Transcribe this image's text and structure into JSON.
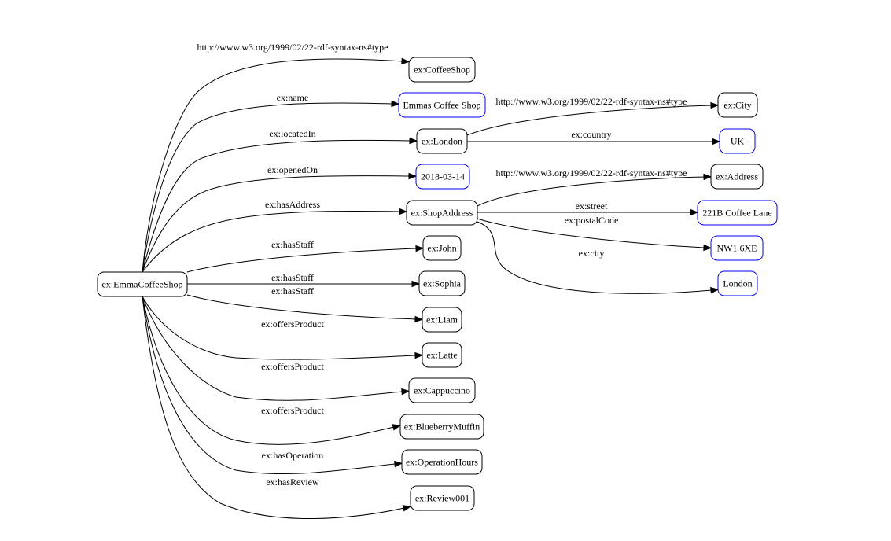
{
  "graph": {
    "nodes": [
      {
        "id": "shop",
        "label": "ex:EmmaCoffeeShop",
        "literal": false
      },
      {
        "id": "coffeeshop",
        "label": "ex:CoffeeShop",
        "literal": false
      },
      {
        "id": "name",
        "label": "Emmas Coffee Shop",
        "literal": true
      },
      {
        "id": "london",
        "label": "ex:London",
        "literal": false
      },
      {
        "id": "opened",
        "label": "2018-03-14",
        "literal": true
      },
      {
        "id": "shopaddress",
        "label": "ex:ShopAddress",
        "literal": false
      },
      {
        "id": "john",
        "label": "ex:John",
        "literal": false
      },
      {
        "id": "sophia",
        "label": "ex:Sophia",
        "literal": false
      },
      {
        "id": "liam",
        "label": "ex:Liam",
        "literal": false
      },
      {
        "id": "latte",
        "label": "ex:Latte",
        "literal": false
      },
      {
        "id": "cappuccino",
        "label": "ex:Cappuccino",
        "literal": false
      },
      {
        "id": "muffin",
        "label": "ex:BlueberryMuffin",
        "literal": false
      },
      {
        "id": "hours",
        "label": "ex:OperationHours",
        "literal": false
      },
      {
        "id": "review",
        "label": "ex:Review001",
        "literal": false
      },
      {
        "id": "city",
        "label": "ex:City",
        "literal": false
      },
      {
        "id": "uk",
        "label": "UK",
        "literal": true
      },
      {
        "id": "address",
        "label": "ex:Address",
        "literal": false
      },
      {
        "id": "street",
        "label": "221B Coffee Lane",
        "literal": true
      },
      {
        "id": "postal",
        "label": "NW1 6XE",
        "literal": true
      },
      {
        "id": "londonlit",
        "label": "London",
        "literal": true
      }
    ],
    "edges": [
      {
        "from": "shop",
        "to": "coffeeshop",
        "label": "http://www.w3.org/1999/02/22-rdf-syntax-ns#type"
      },
      {
        "from": "shop",
        "to": "name",
        "label": "ex:name"
      },
      {
        "from": "shop",
        "to": "london",
        "label": "ex:locatedIn"
      },
      {
        "from": "shop",
        "to": "opened",
        "label": "ex:openedOn"
      },
      {
        "from": "shop",
        "to": "shopaddress",
        "label": "ex:hasAddress"
      },
      {
        "from": "shop",
        "to": "john",
        "label": "ex:hasStaff"
      },
      {
        "from": "shop",
        "to": "sophia",
        "label": "ex:hasStaff"
      },
      {
        "from": "shop",
        "to": "liam",
        "label": "ex:hasStaff"
      },
      {
        "from": "shop",
        "to": "latte",
        "label": "ex:offersProduct"
      },
      {
        "from": "shop",
        "to": "cappuccino",
        "label": "ex:offersProduct"
      },
      {
        "from": "shop",
        "to": "muffin",
        "label": "ex:offersProduct"
      },
      {
        "from": "shop",
        "to": "hours",
        "label": "ex:hasOperation"
      },
      {
        "from": "shop",
        "to": "review",
        "label": "ex:hasReview"
      },
      {
        "from": "london",
        "to": "city",
        "label": "http://www.w3.org/1999/02/22-rdf-syntax-ns#type"
      },
      {
        "from": "london",
        "to": "uk",
        "label": "ex:country"
      },
      {
        "from": "shopaddress",
        "to": "address",
        "label": "http://www.w3.org/1999/02/22-rdf-syntax-ns#type"
      },
      {
        "from": "shopaddress",
        "to": "street",
        "label": "ex:street"
      },
      {
        "from": "shopaddress",
        "to": "postal",
        "label": "ex:postalCode"
      },
      {
        "from": "shopaddress",
        "to": "londonlit",
        "label": "ex:city"
      }
    ]
  }
}
